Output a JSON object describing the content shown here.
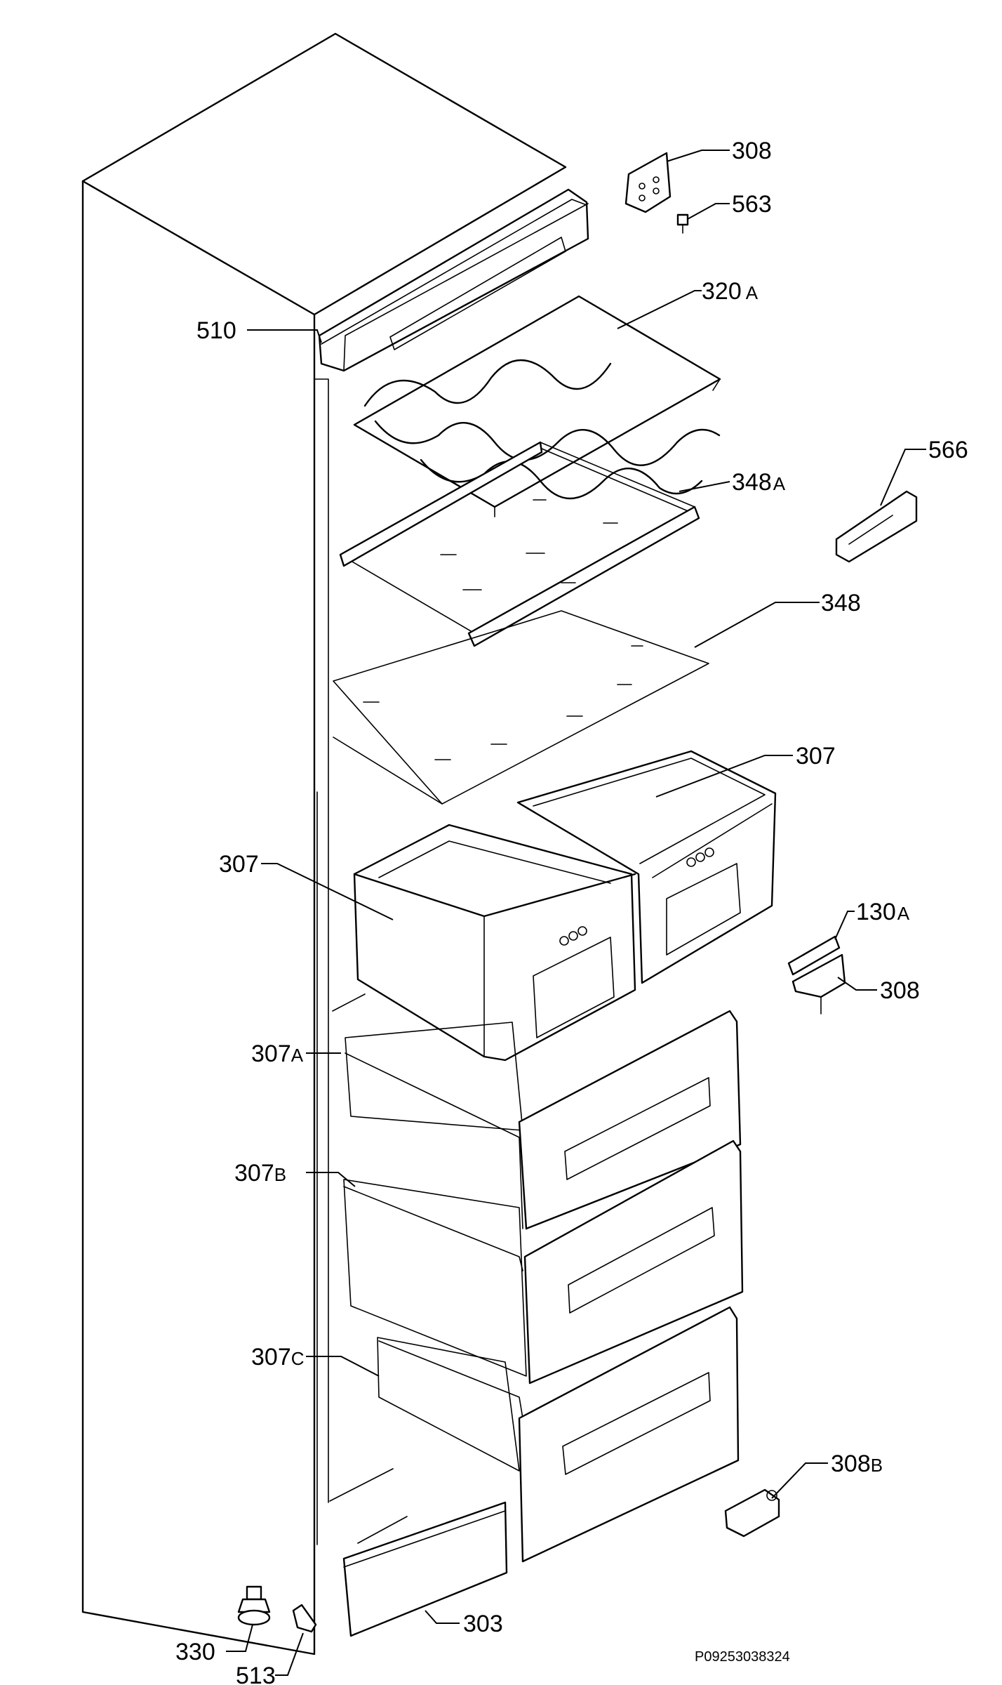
{
  "parts": [
    {
      "id": "p308_top",
      "number": "308",
      "suffix": ""
    },
    {
      "id": "p563",
      "number": "563",
      "suffix": ""
    },
    {
      "id": "p320A",
      "number": "320",
      "suffix": "A"
    },
    {
      "id": "p510",
      "number": "510",
      "suffix": ""
    },
    {
      "id": "p566",
      "number": "566",
      "suffix": ""
    },
    {
      "id": "p348A",
      "number": "348",
      "suffix": "A"
    },
    {
      "id": "p348",
      "number": "348",
      "suffix": ""
    },
    {
      "id": "p307_right",
      "number": "307",
      "suffix": ""
    },
    {
      "id": "p307_left",
      "number": "307",
      "suffix": ""
    },
    {
      "id": "p130A",
      "number": "130",
      "suffix": "A"
    },
    {
      "id": "p308_mid",
      "number": "308",
      "suffix": ""
    },
    {
      "id": "p307A",
      "number": "307",
      "suffix": "A"
    },
    {
      "id": "p307B",
      "number": "307",
      "suffix": "B"
    },
    {
      "id": "p307C",
      "number": "307",
      "suffix": "C"
    },
    {
      "id": "p308B",
      "number": "308",
      "suffix": "B"
    },
    {
      "id": "p303",
      "number": "303",
      "suffix": ""
    },
    {
      "id": "p330",
      "number": "330",
      "suffix": ""
    },
    {
      "id": "p513",
      "number": "513",
      "suffix": ""
    }
  ],
  "diagram_code": "P09253038324"
}
